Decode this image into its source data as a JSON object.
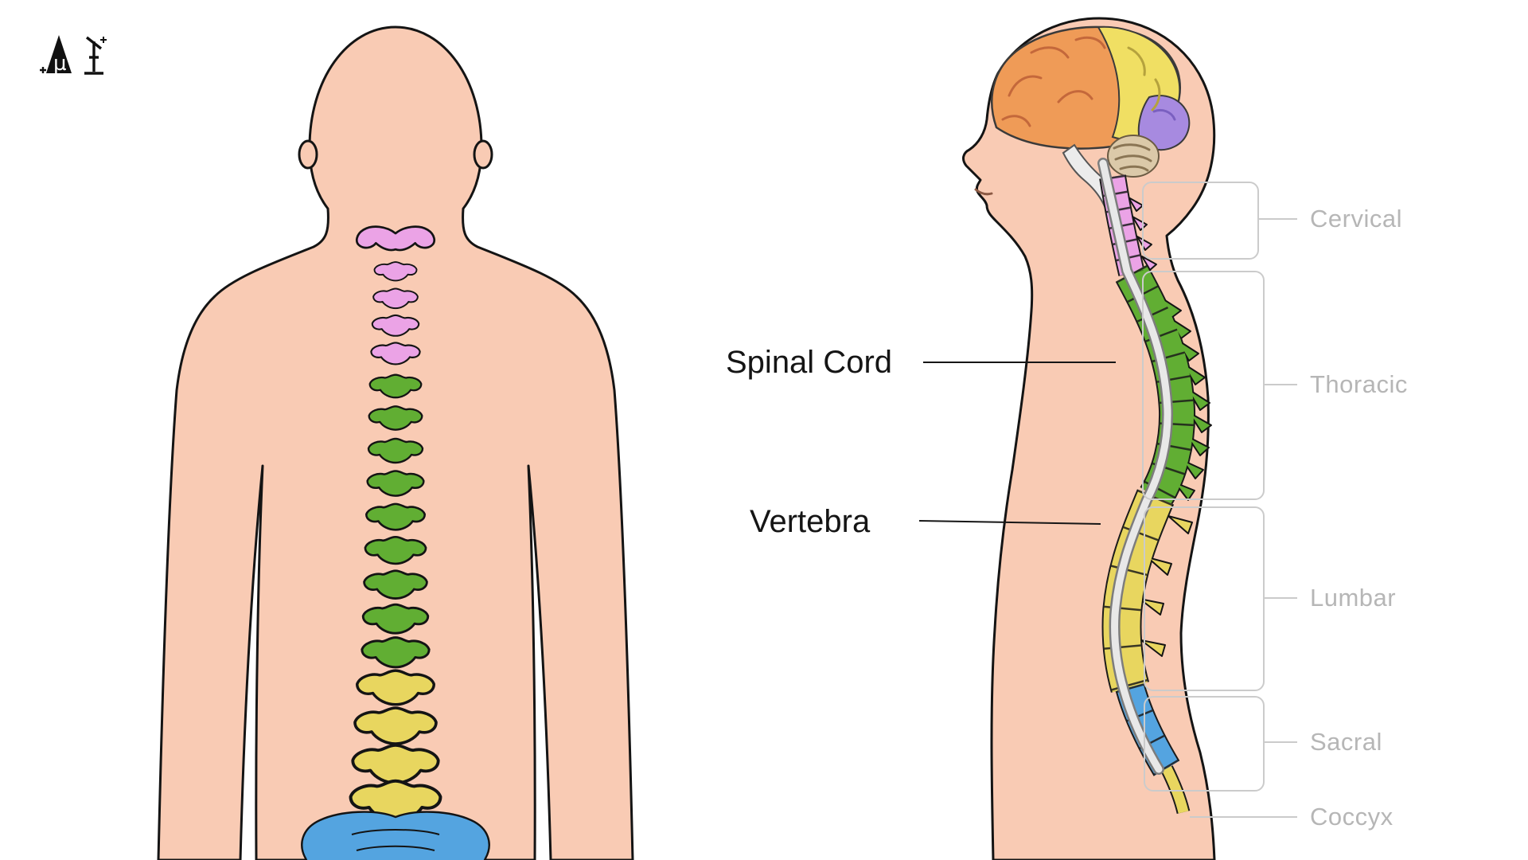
{
  "logo": {
    "glyph": "µ"
  },
  "annotations": {
    "spinal_cord": "Spinal Cord",
    "vertebra": "Vertebra"
  },
  "regions": [
    {
      "id": "cervical",
      "label": "Cervical",
      "color": "#eba3e6"
    },
    {
      "id": "thoracic",
      "label": "Thoracic",
      "color": "#61ae33"
    },
    {
      "id": "lumbar",
      "label": "Lumbar",
      "color": "#e8d65f"
    },
    {
      "id": "sacral",
      "label": "Sacral",
      "color": "#54a4e0"
    },
    {
      "id": "coccyx",
      "label": "Coccyx",
      "color": "#e8d65f"
    }
  ],
  "colors": {
    "background": "#ffffff",
    "skin": "#f9cbb4",
    "outline": "#141414",
    "spinal_cord_fill": "#e8e8e8",
    "spinal_cord_outline": "#7d7d7d",
    "bracket": "#cbcbcb",
    "region_label_text": "#b6b6b6",
    "annotation_text": "#151515",
    "brain_cerebrum": "#ef9b57",
    "brain_parietal": "#f0df63",
    "brain_occipital": "#a78ae0",
    "cerebellum": "#dbc9a9",
    "brainstem": "#ececec"
  }
}
